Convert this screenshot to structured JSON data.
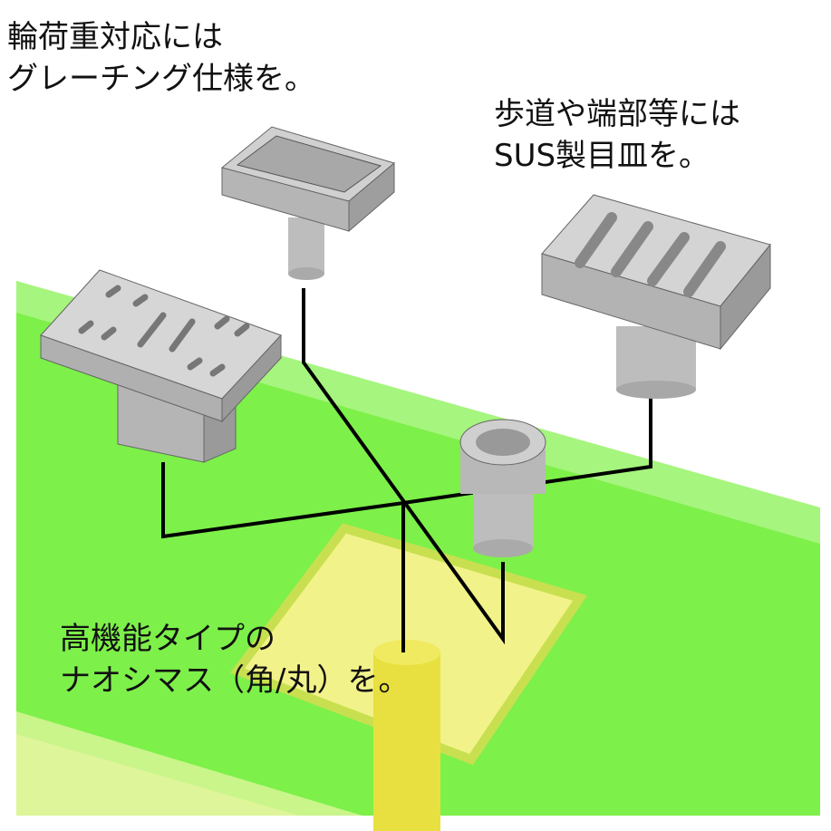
{
  "captions": {
    "grating": {
      "line1": "輪荷重対応には",
      "line2": "グレーチング仕様を。"
    },
    "sus": {
      "line1": "歩道や端部等には",
      "line2": "SUS製目皿を。"
    },
    "naoshimasu": {
      "line1": "高機能タイプの",
      "line2": "ナオシマス（角/丸）を。"
    }
  },
  "colors": {
    "slab_green": "#7df04a",
    "slab_edge": "#a6f57e",
    "pit_yellow": "#f2f28a",
    "part_gray": "#c4c4c4",
    "line": "#000000"
  }
}
